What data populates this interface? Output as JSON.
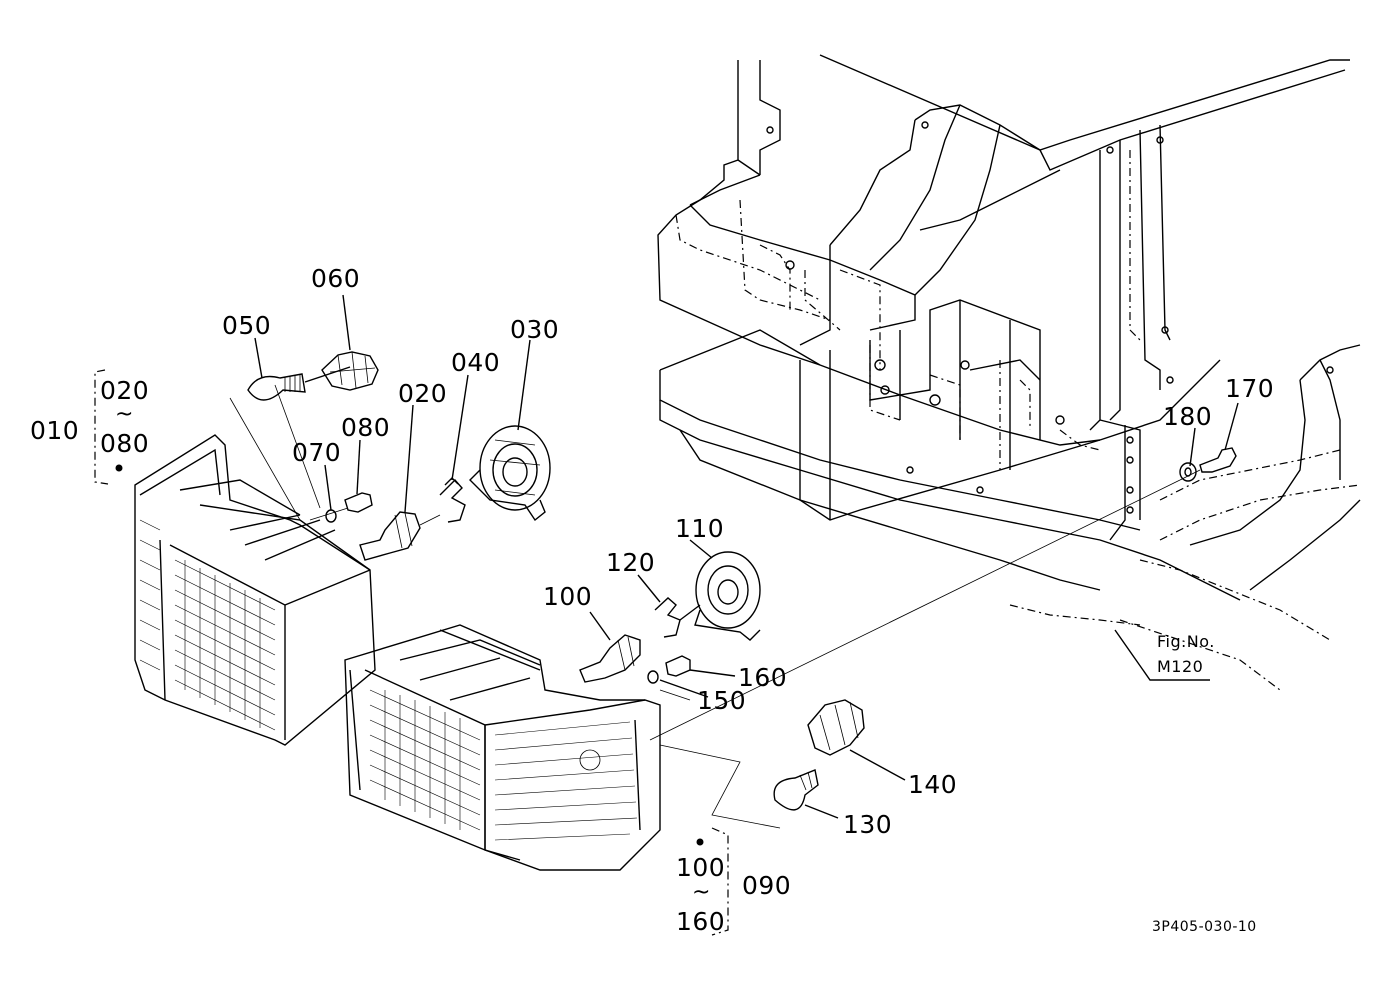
{
  "diagram": {
    "part_labels": {
      "p010": "010",
      "p020_range_top": "020",
      "p080_range_bottom": "080",
      "p060": "060",
      "p050": "050",
      "p070": "070",
      "p080": "080",
      "p020": "020",
      "p040": "040",
      "p030": "030",
      "p110": "110",
      "p120": "120",
      "p100": "100",
      "p160": "160",
      "p150": "150",
      "p170": "170",
      "p180": "180",
      "p140": "140",
      "p130": "130",
      "p090": "090",
      "p100_range_top": "100",
      "p160_range_bottom": "160"
    },
    "range_tilde": "~",
    "fig_ref": {
      "line1": "Fig.No.",
      "line2": "M120"
    },
    "drawing_code": "3P405-030-10"
  },
  "icons": [
    "lamp-assembly-left",
    "lamp-assembly-right",
    "bulb",
    "bulb-socket",
    "reflector",
    "spring-clip",
    "hood-frame"
  ]
}
